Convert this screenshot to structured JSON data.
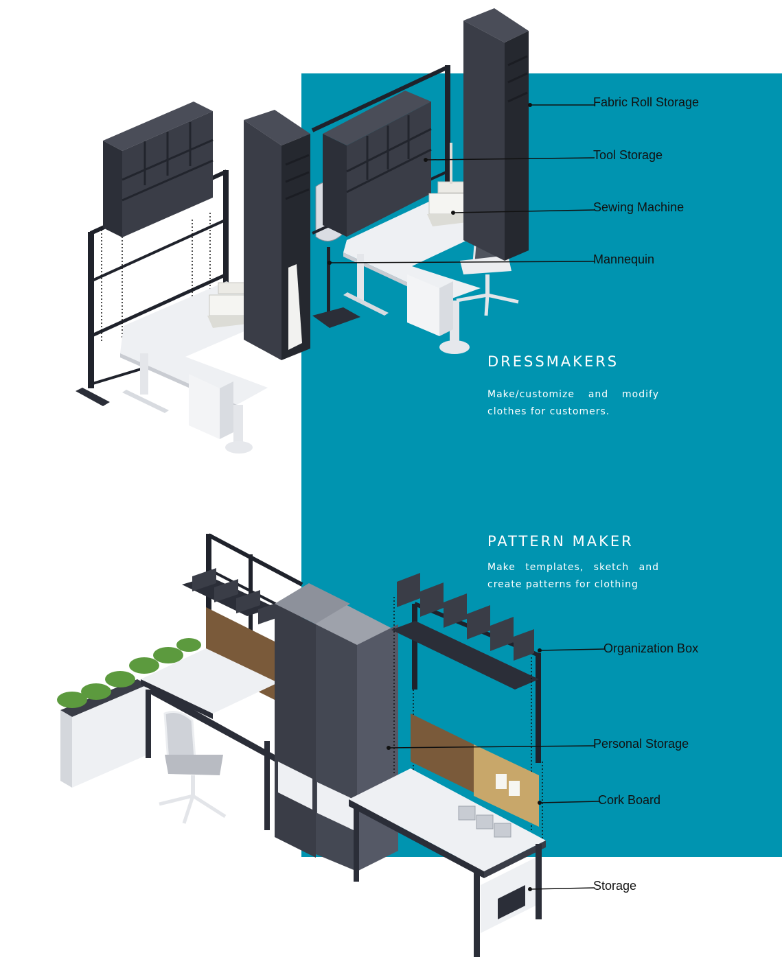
{
  "colors": {
    "panel": "#0094b0",
    "dark_cabinet": "#3a3d47",
    "white_surface": "#eef0f3",
    "frame": "#1f222b",
    "cork": "#c8a76a",
    "plant": "#5c9a3e"
  },
  "sections": [
    {
      "title": "DRESSMAKERS",
      "description": "Make/customize and modify clothes for customers."
    },
    {
      "title": "PATTERN MAKER",
      "description": "Make templates, sketch and create patterns for clothing"
    }
  ],
  "callouts": {
    "fabric_roll_storage": "Fabric Roll Storage",
    "tool_storage": "Tool Storage",
    "sewing_machine": "Sewing Machine",
    "mannequin": "Mannequin",
    "organization_box": "Organization Box",
    "personal_storage": "Personal Storage",
    "cork_board": "Cork Board",
    "storage": "Storage"
  }
}
